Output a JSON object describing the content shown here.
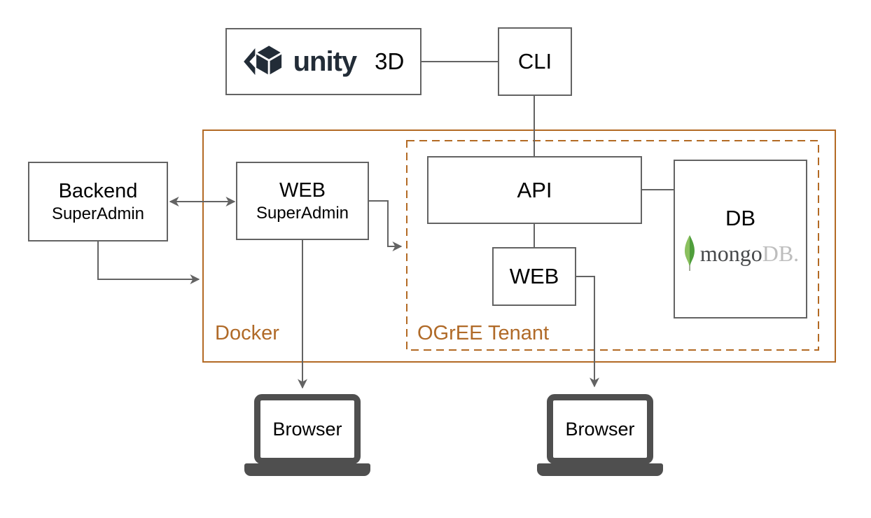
{
  "nodes": {
    "unity3d": {
      "wordmark": "unity",
      "suffix": "3D"
    },
    "cli": {
      "label": "CLI"
    },
    "backend_superadmin": {
      "title": "Backend",
      "subtitle": "SuperAdmin"
    },
    "web_superadmin": {
      "title": "WEB",
      "subtitle": "SuperAdmin"
    },
    "api": {
      "label": "API"
    },
    "web_tenant": {
      "label": "WEB"
    },
    "db": {
      "label": "DB",
      "logo_primary": "mongo",
      "logo_secondary": "DB."
    },
    "browser_left": {
      "label": "Browser"
    },
    "browser_right": {
      "label": "Browser"
    }
  },
  "containers": {
    "docker": {
      "label": "Docker"
    },
    "ogree_tenant": {
      "label": "OGrEE Tenant"
    }
  },
  "icons": {
    "unity_logo": "unity-cube-logo",
    "mongodb_leaf": "mongodb-leaf",
    "laptop": "laptop"
  },
  "colors": {
    "accent_orange": "#b36a24",
    "orange_label": "#b06a28",
    "box_border_gray": "#636363",
    "connector_gray": "#636363",
    "unity_navy": "#222c37",
    "mongo_green_light": "#8bc05f",
    "mongo_green_dark": "#4f9e3b",
    "mongo_text_dark": "#47494b",
    "mongo_text_light": "#bdbdbd",
    "laptop_gray": "#4f4f4f"
  }
}
